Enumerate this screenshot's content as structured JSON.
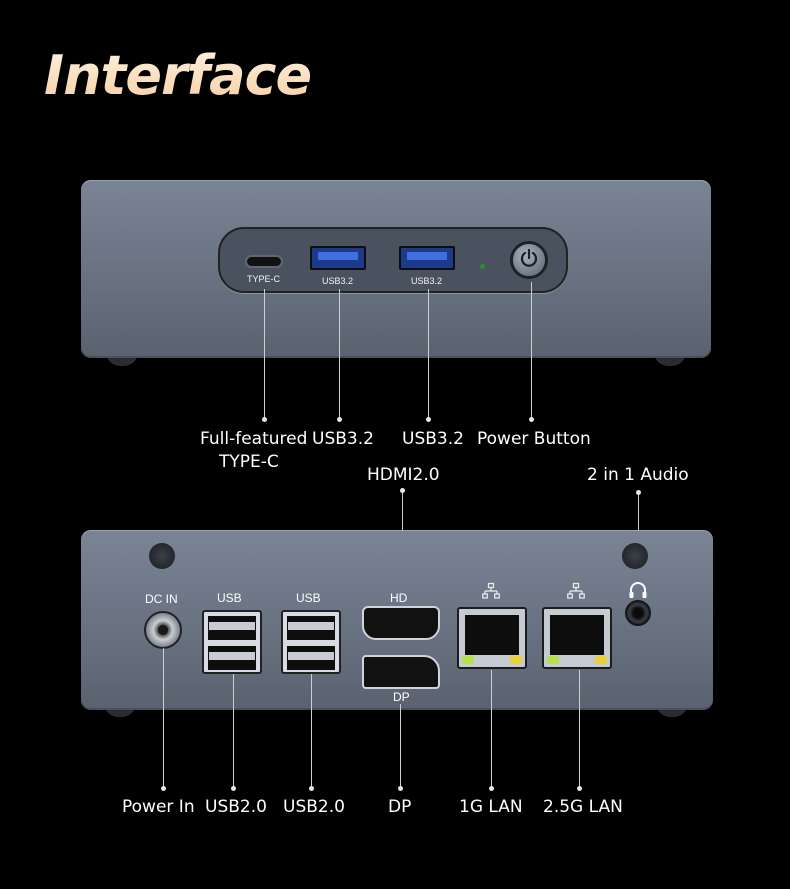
{
  "title": "Interface",
  "front": {
    "port_labels": {
      "typec": "TYPE-C",
      "usb_a": "USB3.2",
      "usb_b": "USB3.2"
    },
    "callouts": {
      "typec_line1": "Full-featured",
      "typec_line2": "TYPE-C",
      "usb_a": "USB3.2",
      "usb_b": "USB3.2",
      "power": "Power Button"
    }
  },
  "rear": {
    "port_labels": {
      "dcin": "DC IN",
      "usb_a": "USB",
      "usb_b": "USB",
      "hd": "HD",
      "dp": "DP"
    },
    "top_callouts": {
      "hdmi": "HDMI2.0",
      "audio": "2 in 1 Audio"
    },
    "bottom_callouts": {
      "power_in": "Power In",
      "usb_a": "USB2.0",
      "usb_b": "USB2.0",
      "dp": "DP",
      "lan1": "1G LAN",
      "lan2": "2.5G LAN"
    }
  },
  "icons": [
    "power-icon",
    "network-icon",
    "headphone-icon"
  ],
  "colors": {
    "title": "#f5cfa3",
    "usb3_blue": "#2f5fd0",
    "led_green": "#b8e04a",
    "led_yellow": "#e8d23a"
  }
}
